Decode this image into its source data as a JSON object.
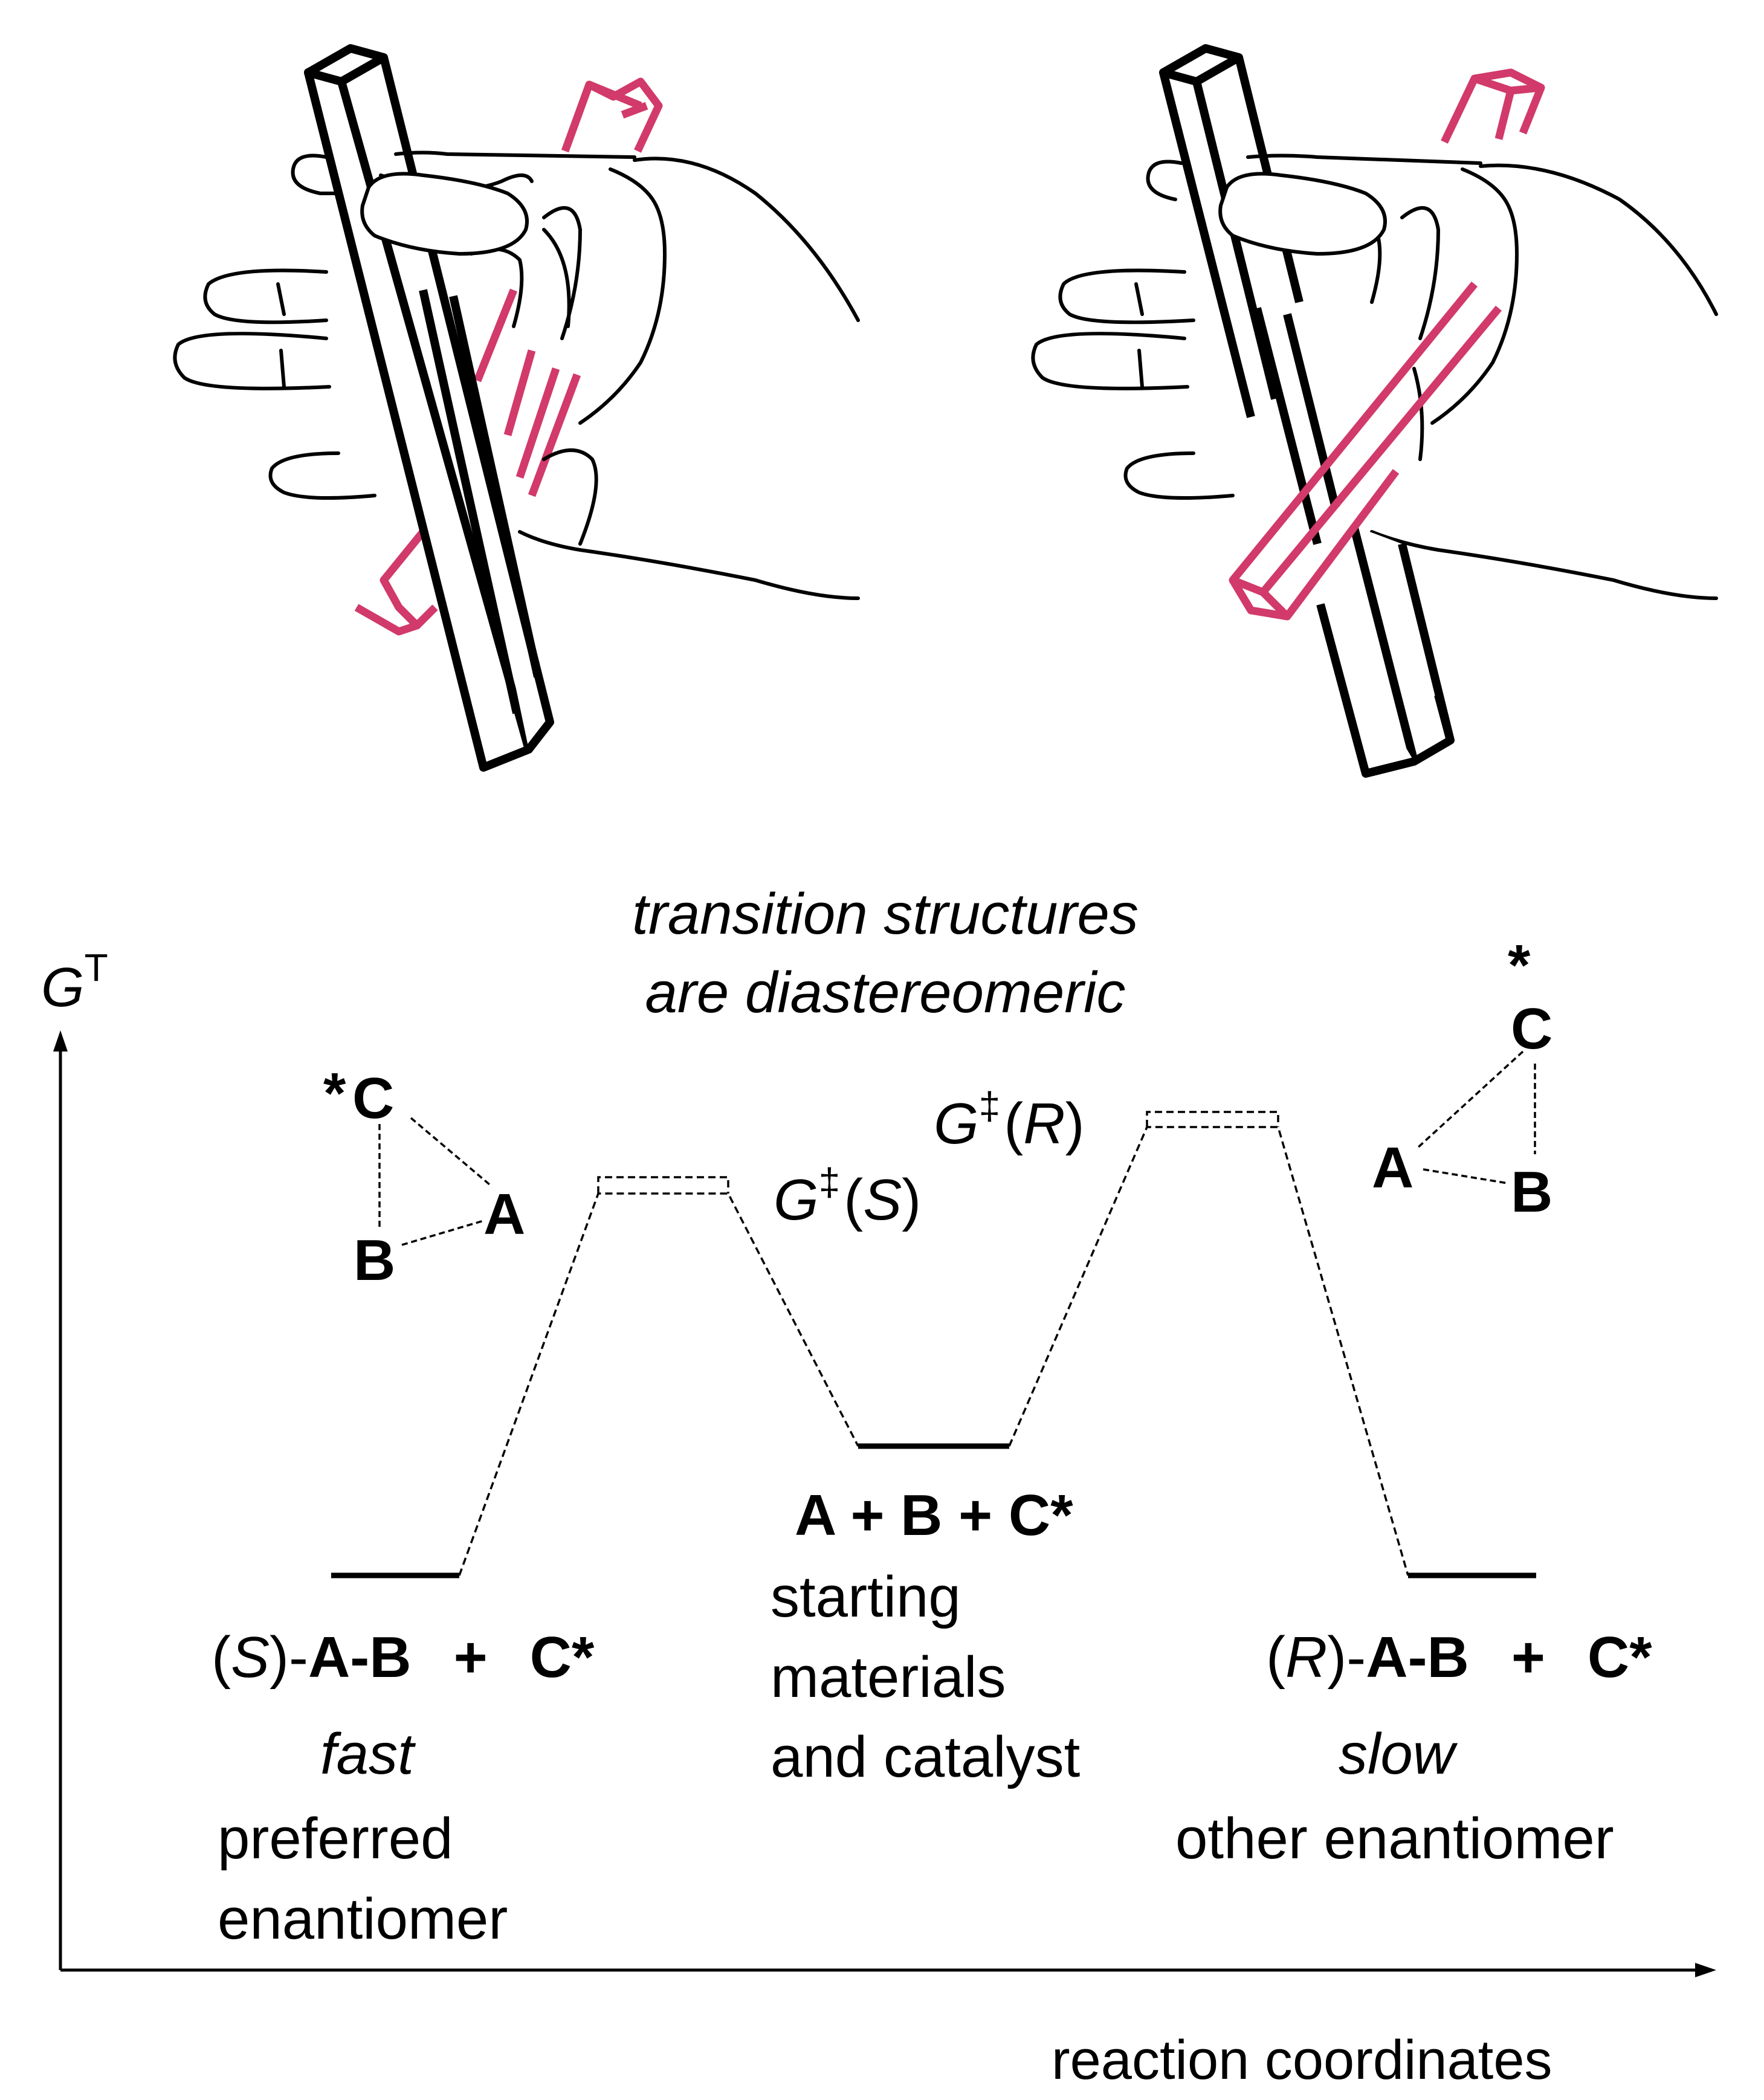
{
  "colors": {
    "ink": "#000000",
    "accent_rod": "#d13a6a"
  },
  "labels": {
    "y_axis_G": "G",
    "y_axis_sup": "T",
    "x_axis": "reaction coordinates",
    "ts_line1": "transition structures",
    "ts_line2": "are diastereomeric",
    "g_ts": "G",
    "dagger": "‡",
    "open_paren": "(",
    "close_paren": ")",
    "S": "S",
    "R": "R",
    "starting_state": "A + B + C*",
    "starting_desc_1": "starting",
    "starting_desc_2": "materials",
    "starting_desc_3": "and catalyst",
    "left_prod_paren_open": "(",
    "left_prod_paren_close": ")-",
    "left_prod_ab": "A-B",
    "left_prod_plus": "+",
    "left_prod_c": "C*",
    "left_rate": "fast",
    "left_desc_1": "preferred",
    "left_desc_2": "enantiomer",
    "right_rate": "slow",
    "right_desc": "other enantiomer",
    "atom_A": "A",
    "atom_B": "B",
    "atom_C": "C",
    "star": "*"
  },
  "icons": [
    "hand-holding-rod-icon",
    "hand-holding-rod-icon"
  ]
}
